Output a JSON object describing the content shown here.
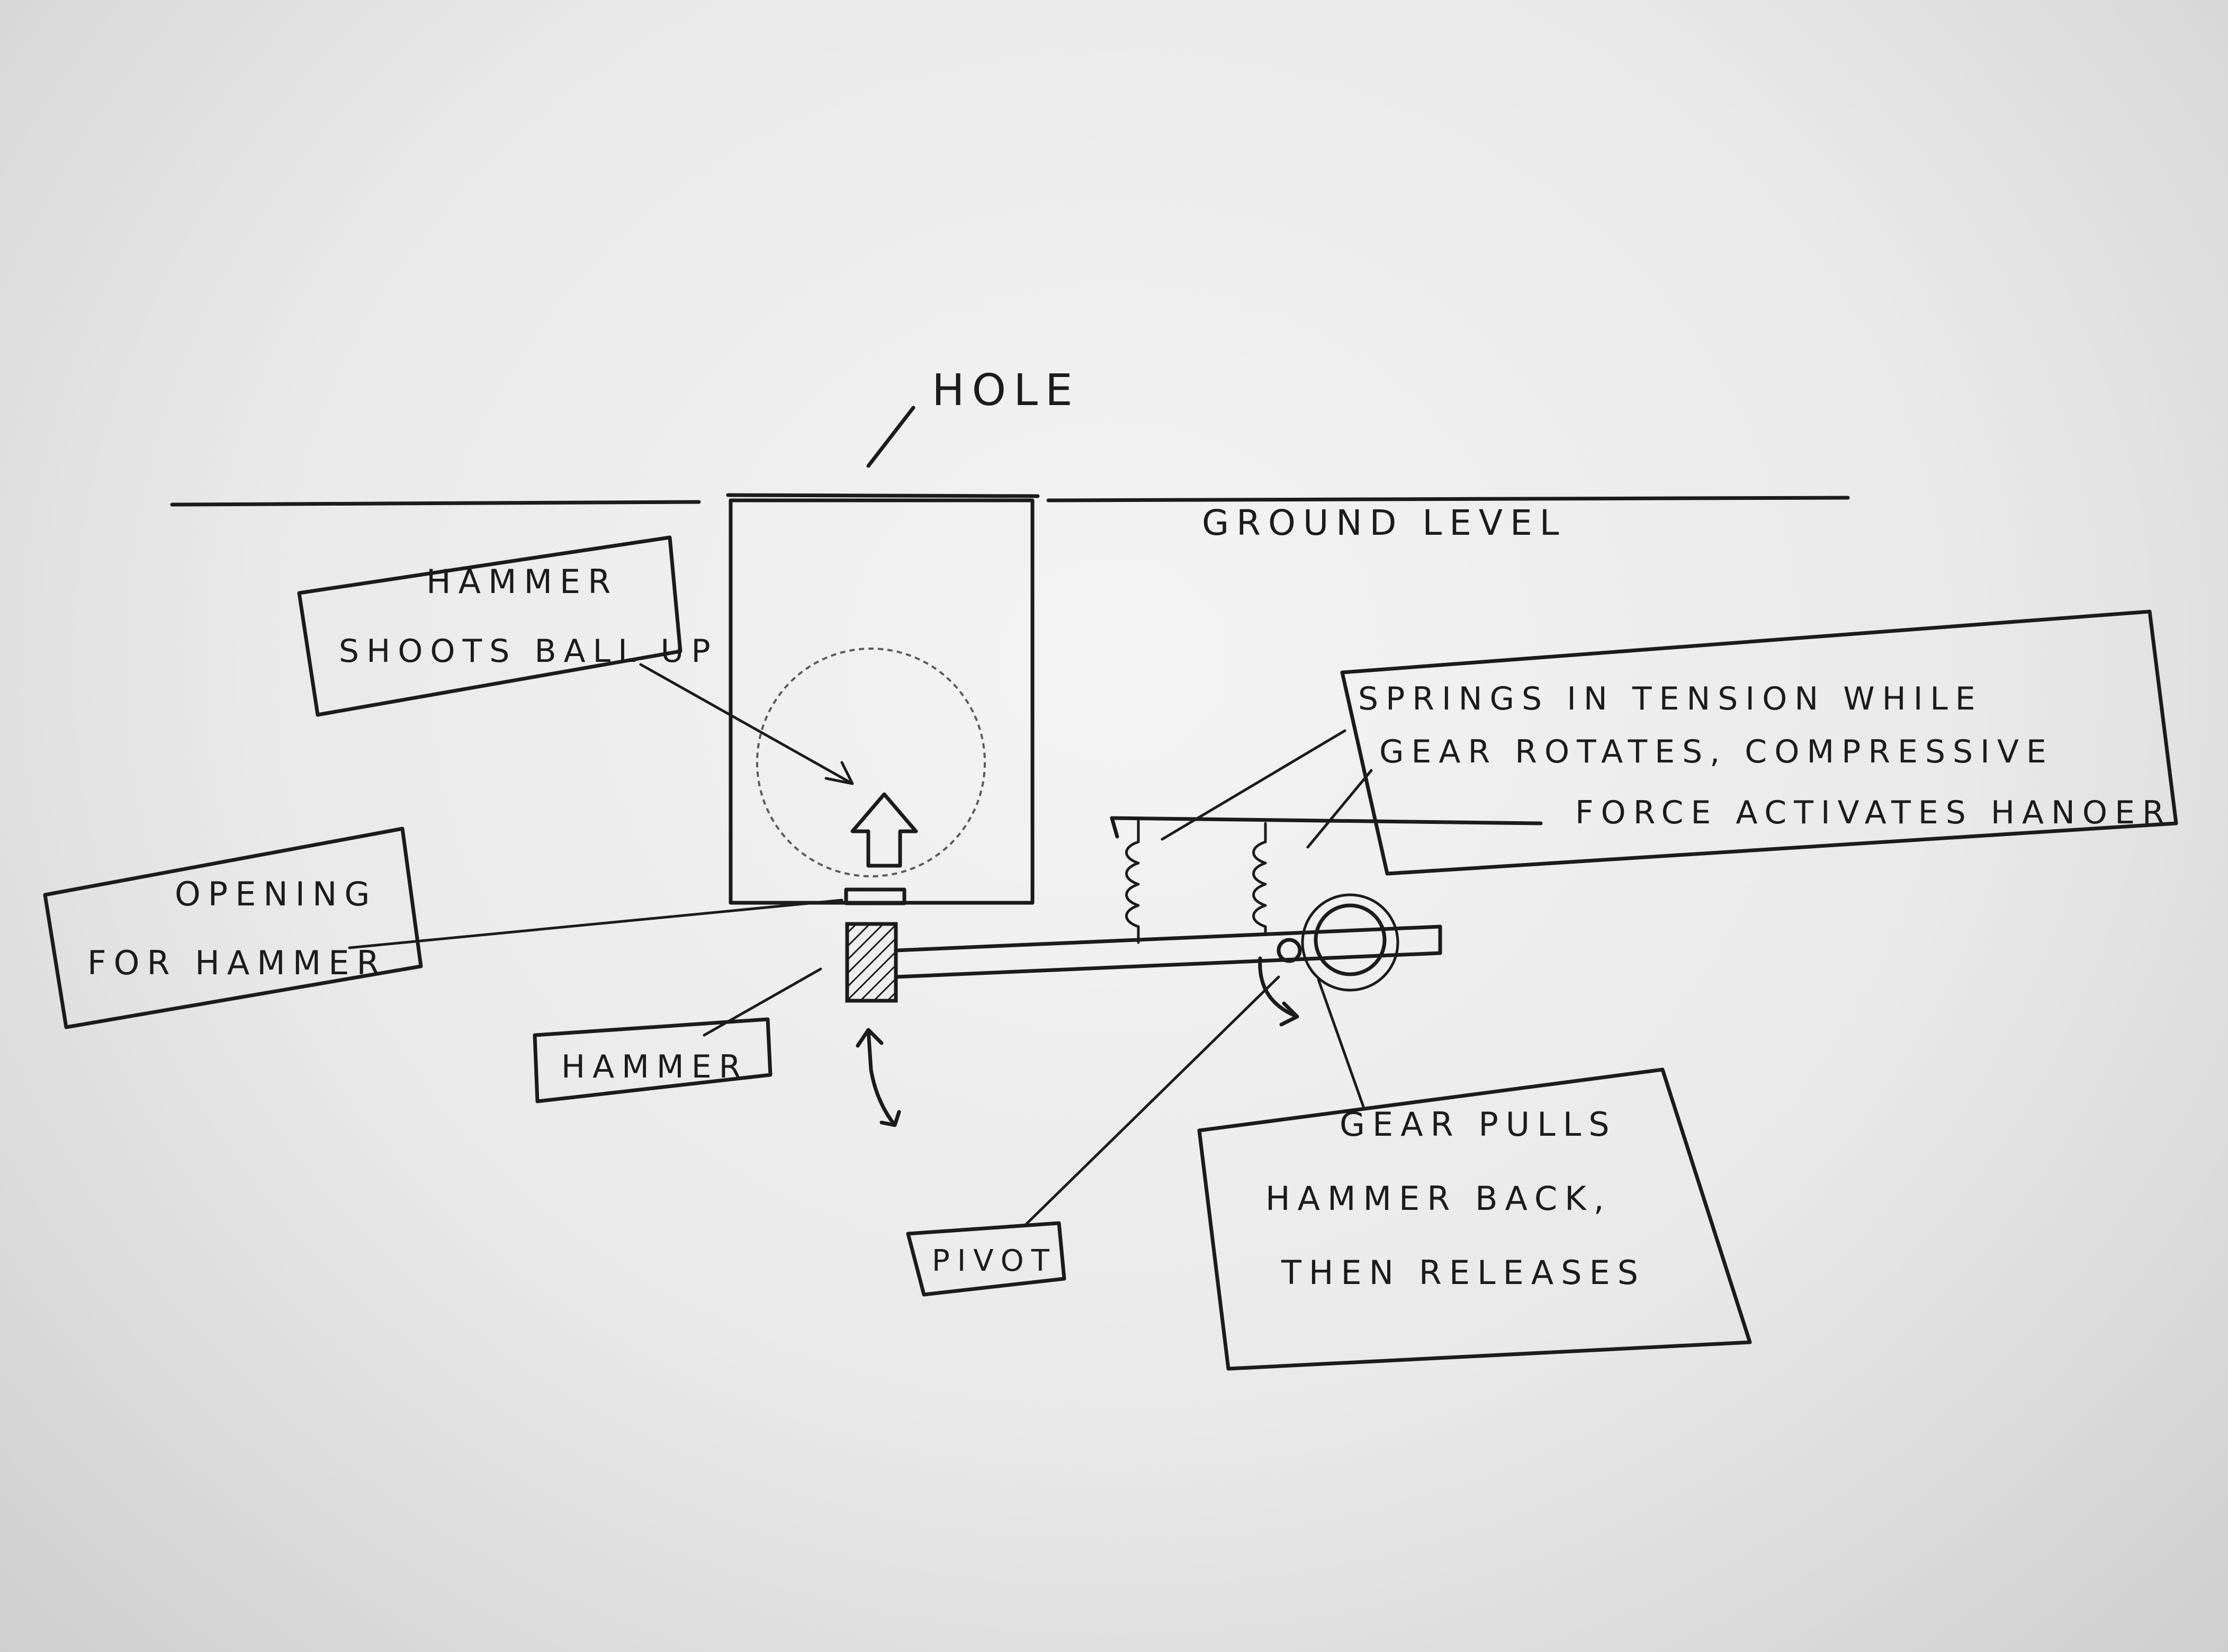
{
  "labels": {
    "hole": "HOLE",
    "ground_level": "GROUND LEVEL",
    "hammer_shoots_line1": "HAMMER",
    "hammer_shoots_line2": "SHOOTS BALL UP",
    "opening_line1": "OPENING",
    "opening_line2": "FOR HAMMER",
    "hammer": "HAMMER",
    "pivot": "PIVOT",
    "springs_line1": "SPRINGS IN TENSION WHILE",
    "springs_line2": "GEAR ROTATES, COMPRESSIVE",
    "springs_line3": "FORCE ACTIVATES HANOER",
    "gear_line1": "GEAR PULLS",
    "gear_line2": "HAMMER BACK,",
    "gear_line3": "THEN RELEASES"
  }
}
